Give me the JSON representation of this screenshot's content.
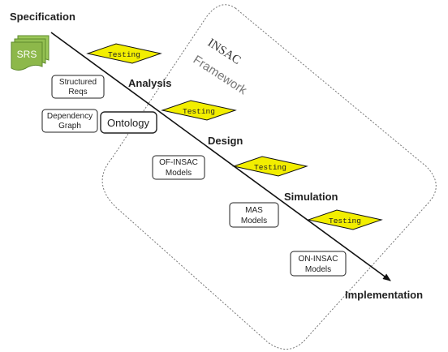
{
  "phases": {
    "specification": "Specification",
    "analysis": "Analysis",
    "design": "Design",
    "simulation": "Simulation",
    "implementation": "Implementation"
  },
  "framework": {
    "title": "INSAC",
    "subtitle": "Framework"
  },
  "document": {
    "label": "SRS"
  },
  "artifacts": {
    "structured_reqs": [
      "Structured",
      "Reqs"
    ],
    "dependency_graph": [
      "Dependency",
      "Graph"
    ],
    "ontology": "Ontology",
    "of_insac_models": [
      "OF-INSAC",
      "Models"
    ],
    "mas_models": [
      "MAS",
      "Models"
    ],
    "on_insac_models": [
      "ON-INSAC",
      "Models"
    ]
  },
  "testing_label": "Testing",
  "colors": {
    "testing_fill": "#f2ee00",
    "document_fill": "#8db84a",
    "document_edge": "#5e8a2c",
    "line": "#111111"
  }
}
